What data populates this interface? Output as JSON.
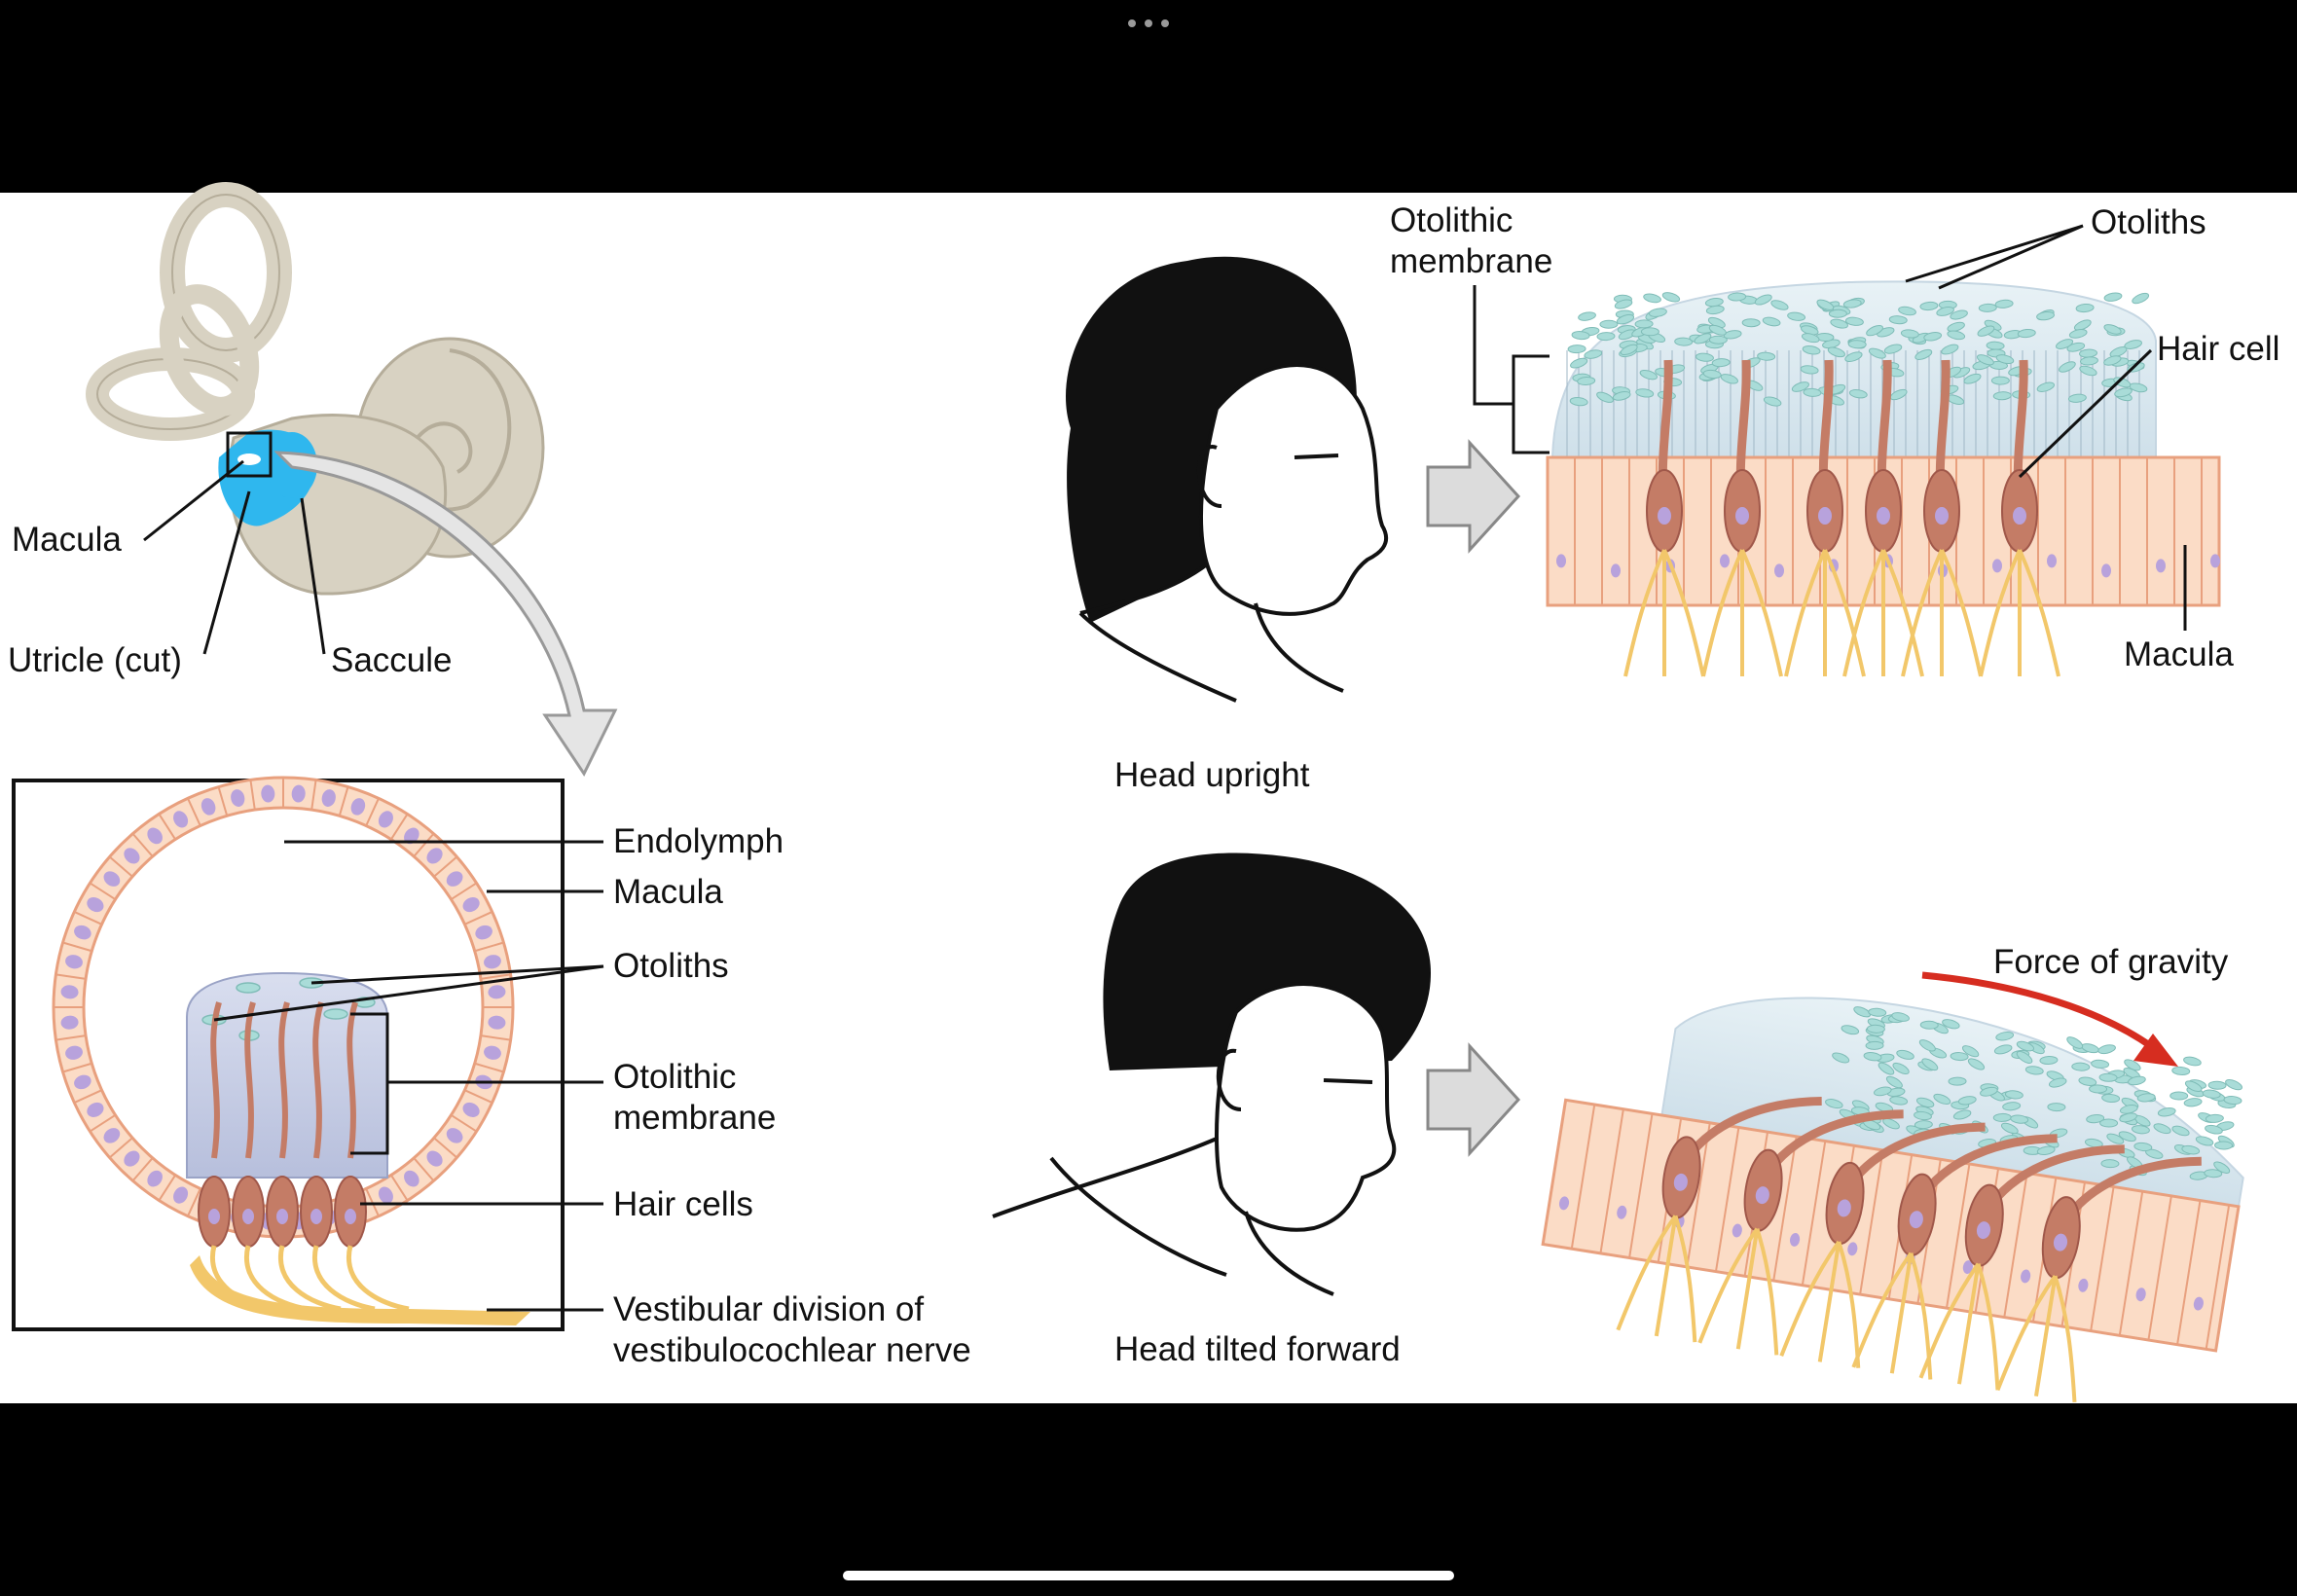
{
  "image": {
    "labels": {
      "macula_ear": "Macula",
      "utricle": "Utricle (cut)",
      "saccule": "Saccule",
      "endolymph": "Endolymph",
      "macula_inset": "Macula",
      "otoliths_inset": "Otoliths",
      "otolithic_membrane_inset_1": "Otolithic",
      "otolithic_membrane_inset_2": "membrane",
      "hair_cells": "Hair cells",
      "nerve_1": "Vestibular division of",
      "nerve_2": "vestibulocochlear nerve",
      "head_upright": "Head upright",
      "head_tilted": "Head tilted forward",
      "otolithic_membrane_top_1": "Otolithic",
      "otolithic_membrane_top_2": "membrane",
      "otoliths_top": "Otoliths",
      "hair_cell_top": "Hair cell",
      "macula_top": "Macula",
      "force_of_gravity": "Force of gravity"
    },
    "colors": {
      "frame_background": "#000000",
      "canvas_background": "#ffffff",
      "endolymph_fluid": "#ffffff",
      "cell_fill": "#fbdcc6",
      "cell_outline": "#e8a07e",
      "nucleus": "#b8a2dc",
      "hair_cell": "#c47c66",
      "nerve_fiber": "#f2c76a",
      "otolith": "#a9dcd8",
      "membrane": "#dde4f2",
      "ear_bone": "#d8d2c2",
      "utricle_saccule": "#2fb7ee",
      "gravity_arrow": "#d62d20"
    }
  }
}
